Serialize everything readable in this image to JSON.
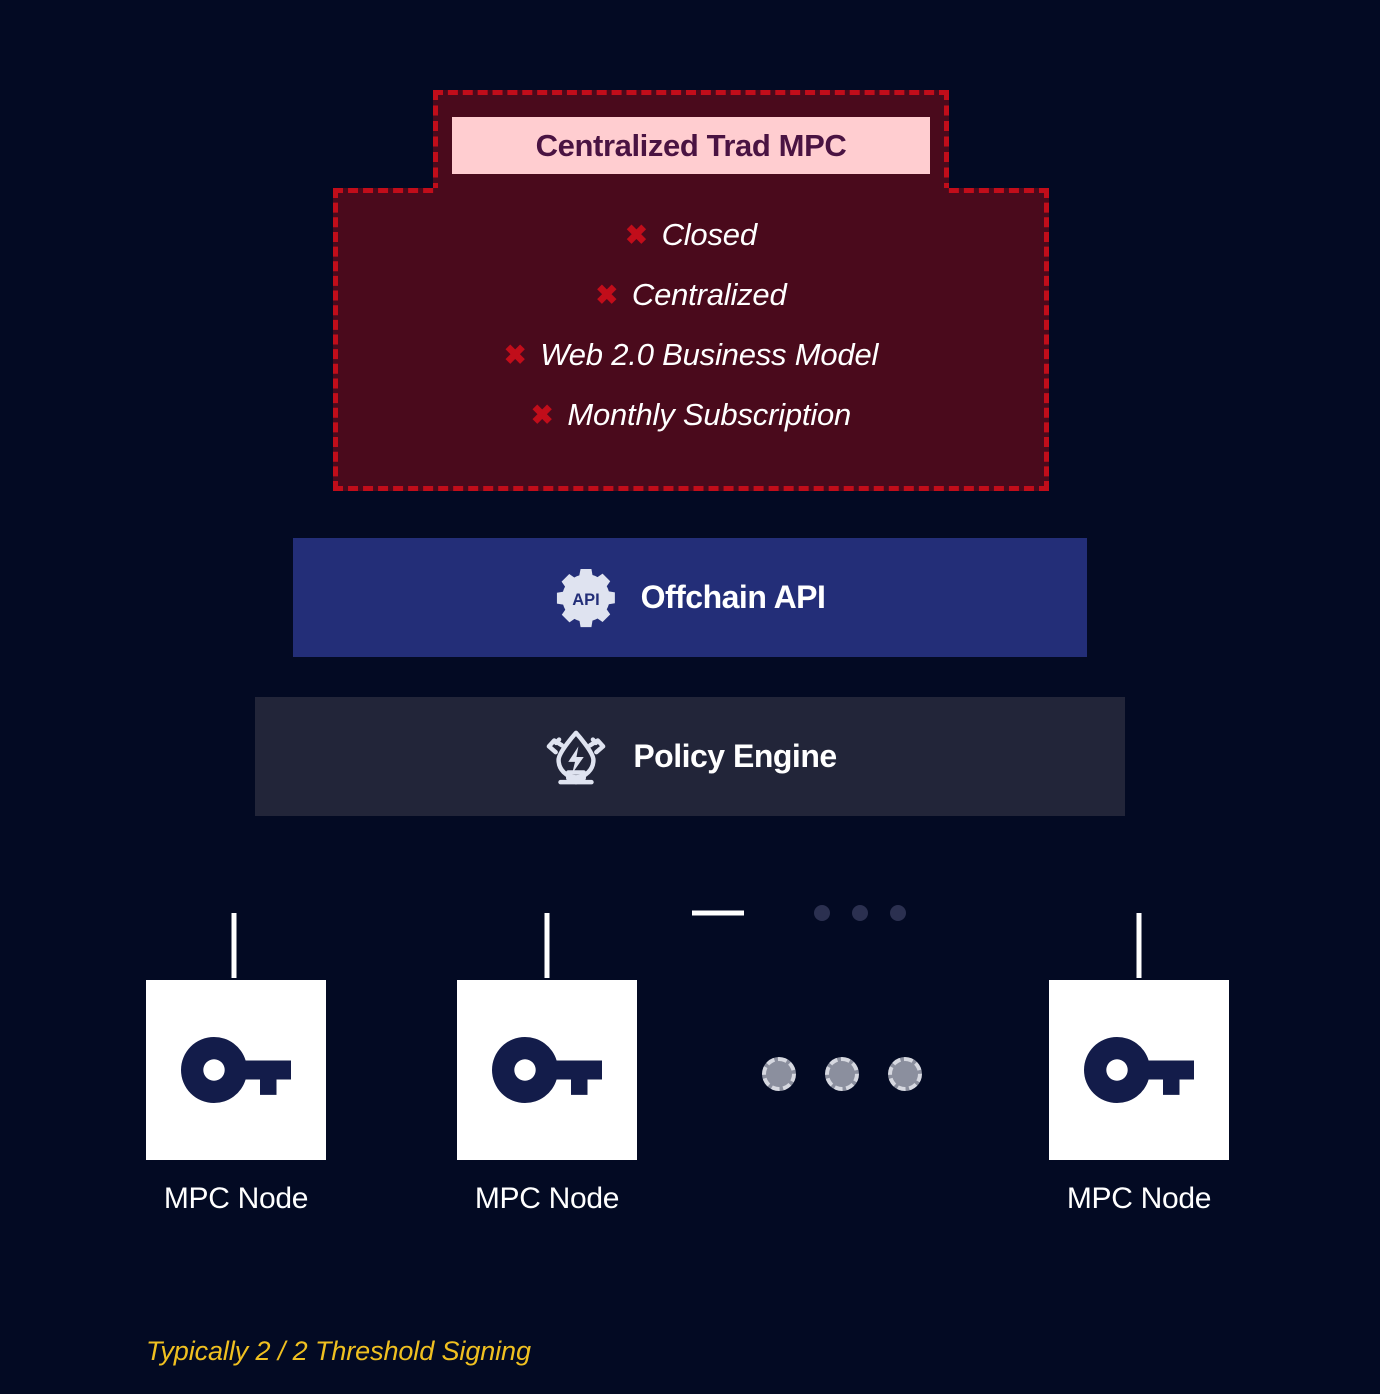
{
  "background_color": "#030a23",
  "panel": {
    "title": "Centralized Trad MPC",
    "title_bg": "#ffcdd0",
    "title_color": "#4a1342",
    "fill_color": "#4a0a1c",
    "border_color": "#c10d1a",
    "marker_glyph": "✖",
    "features": [
      {
        "marker": "✖",
        "label": "Closed"
      },
      {
        "marker": "✖",
        "label": "Centralized"
      },
      {
        "marker": "✖",
        "label": "Web 2.0 Business Model"
      },
      {
        "marker": "✖",
        "label": "Monthly Subscription"
      }
    ]
  },
  "bars": [
    {
      "label": "Offchain API",
      "icon": "api-gear-icon",
      "color": "#232e78"
    },
    {
      "label": "Policy Engine",
      "icon": "policy-engine-icon",
      "color": "#222539"
    }
  ],
  "nodes": [
    {
      "label": "MPC Node",
      "icon": "key-icon"
    },
    {
      "label": "MPC Node",
      "icon": "key-icon"
    },
    {
      "label": "MPC Node",
      "icon": "key-icon"
    }
  ],
  "ellipsis": {
    "dot_count": 3,
    "dot_color": "#8b8f9e",
    "dot_border_color": "#d6d8e0"
  },
  "connector": {
    "line_color": "#ffffff",
    "dot_color": "#2b3050",
    "dot_count": 3
  },
  "footnote": {
    "text": "Typically 2 / 2 Threshold Signing",
    "color": "#f0c020"
  }
}
